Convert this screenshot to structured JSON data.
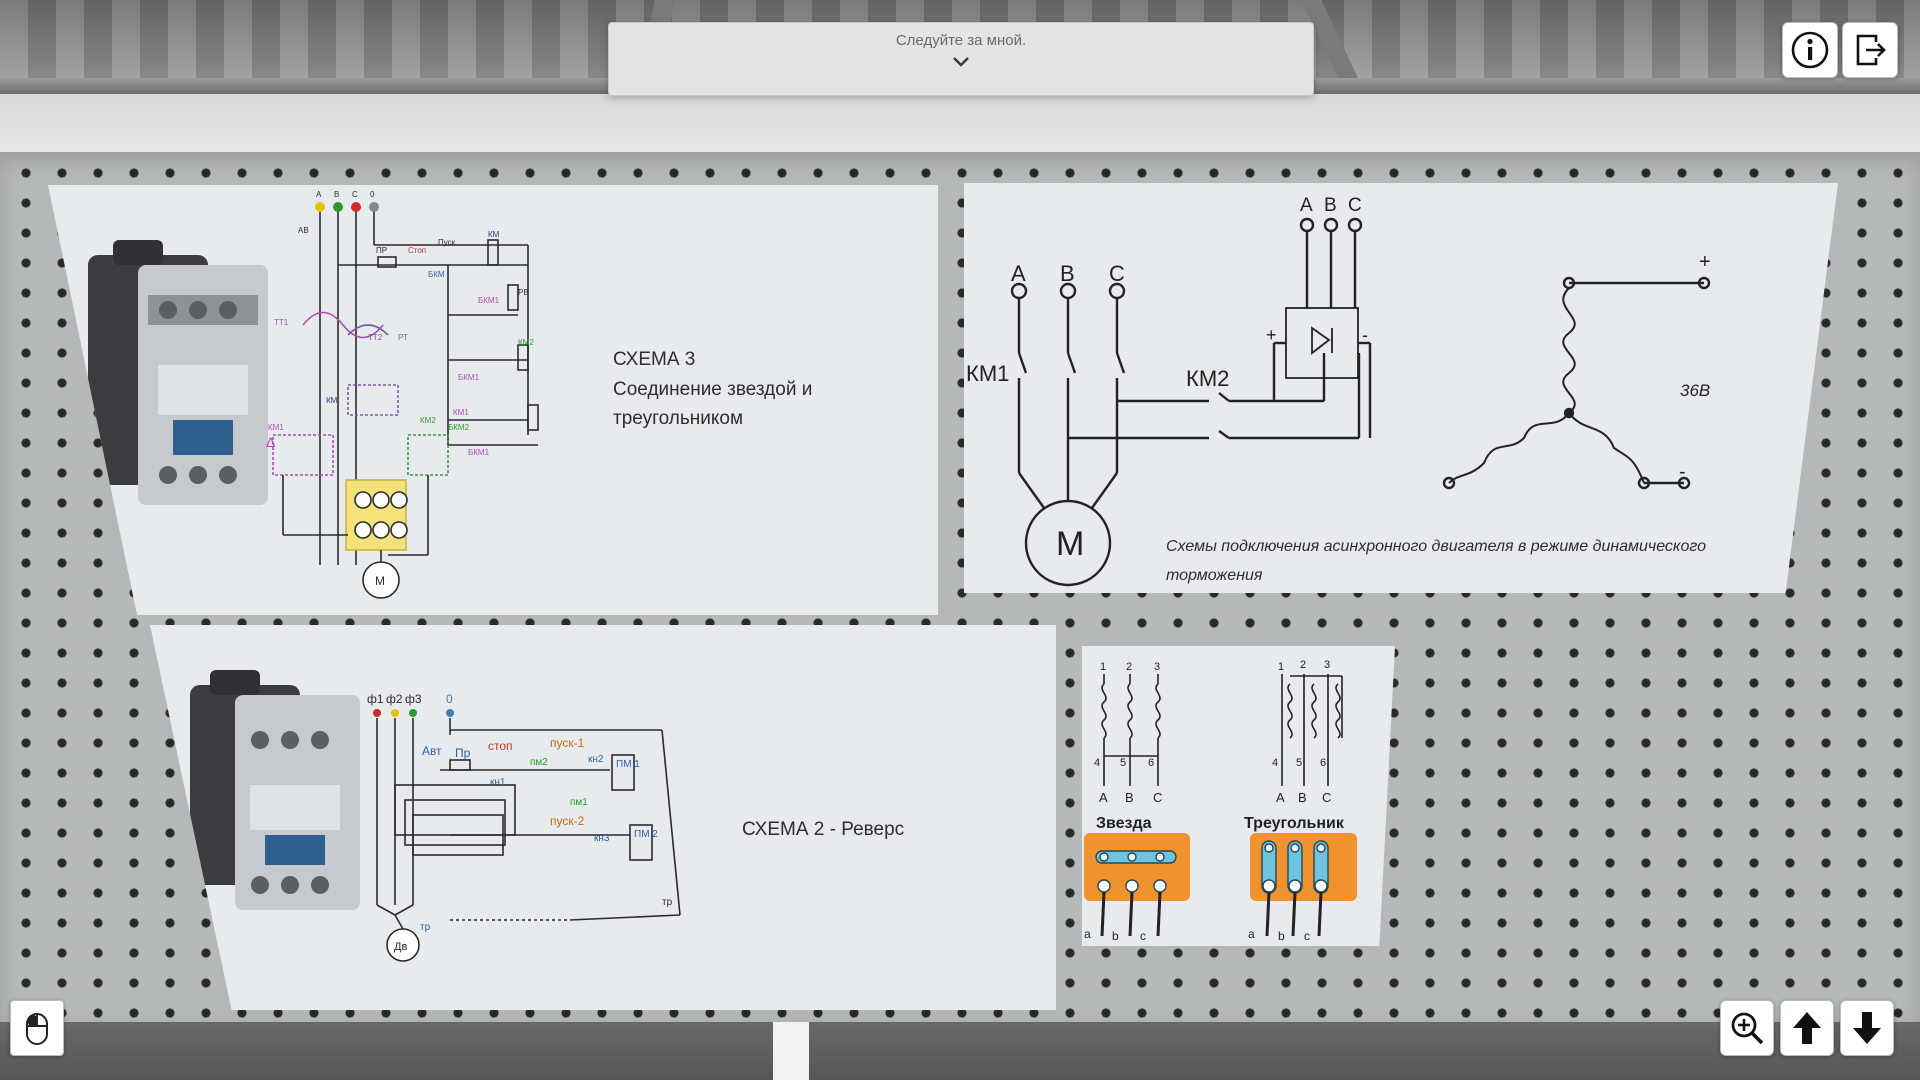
{
  "hint": {
    "text": "Следуйте за мной.",
    "toggle_icon": "chevron-down-icon"
  },
  "top_right": {
    "info_icon": "info-icon",
    "exit_icon": "exit-icon"
  },
  "bottom_left": {
    "mouse_icon": "mouse-icon"
  },
  "bottom_right": {
    "zoom_icon": "zoom-in-icon",
    "up_icon": "arrow-up-icon",
    "down_icon": "arrow-down-icon"
  },
  "panels": {
    "schema3": {
      "title": "СХЕМА 3",
      "subtitle": "Соединение звездой и\nтреугольником",
      "labels": {
        "phases": [
          "A",
          "B",
          "C",
          "0"
        ],
        "av": "АВ",
        "pr": "ПР",
        "stop": "Стоп",
        "pusk": "Пуск",
        "km": "КМ",
        "bkm": "БКМ",
        "bkm1": "БКМ1",
        "rv": "РВ",
        "km2": "КМ2",
        "km1": "КМ1",
        "tt1": "ТТ1",
        "tt2": "ТТ2",
        "rt": "РТ",
        "motor": "М",
        "delta": "Δ"
      }
    },
    "braking": {
      "caption": "Схемы подключения асинхронного двигателя в режиме динамического\nторможения",
      "labels": {
        "phases": [
          "A",
          "B",
          "C"
        ],
        "km1": "КМ1",
        "km2": "КМ2",
        "motor": "М",
        "plus": "+",
        "minus": "-",
        "voltage": "36В"
      }
    },
    "schema2": {
      "title": "СХЕМА 2 - Реверс",
      "labels": {
        "phases": [
          "ф1",
          "ф2",
          "ф3",
          "0"
        ],
        "avt": "Авт",
        "pr": "Пр",
        "stop": "стоп",
        "pusk1": "пуск-1",
        "pusk2": "пуск-2",
        "pm1": "ПМ 1",
        "pm2": "ПМ 2",
        "kn1": "кн1",
        "kn2": "кн2",
        "kn3": "кн3",
        "pm1_small": "пм1",
        "pm2_small": "пм2",
        "tr": "тр",
        "motor": "Дв"
      }
    },
    "windings": {
      "star_label": "Звезда",
      "delta_label": "Треугольник",
      "terminals_top": [
        "1",
        "2",
        "3"
      ],
      "terminals_mid": [
        "4",
        "5",
        "6"
      ],
      "terminals_bottom": [
        "A",
        "B",
        "C"
      ],
      "leads": [
        "a",
        "b",
        "c"
      ]
    }
  },
  "colors": {
    "panel_bg": "#e7ebee",
    "pegboard": "#b5b8b8",
    "terminal_block": "#f0922e",
    "terminal_bar": "#6fc3dc",
    "yellow_block": "#f3e27a"
  }
}
